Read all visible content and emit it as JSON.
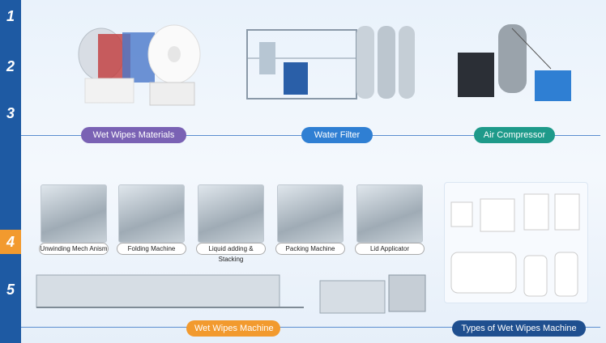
{
  "steps": [
    "1",
    "2",
    "3",
    "4",
    "5"
  ],
  "labels": {
    "materials": "Wet Wipes Materials",
    "water": "Water Filter",
    "air": "Air Compressor",
    "machine": "Wet Wipes Machine",
    "types": "Types of Wet Wipes Machine"
  },
  "process": [
    {
      "caption": "Unwinding Mech Anism"
    },
    {
      "caption": "Folding Machine"
    },
    {
      "caption": "Liquid adding & Stacking"
    },
    {
      "caption": "Packing Machine"
    },
    {
      "caption": "Lid Applicator"
    }
  ],
  "colors": {
    "rail": "#1e5aa3",
    "purple": "#7a62b4",
    "blue": "#2f7fd3",
    "teal": "#1e9a8a",
    "orange": "#f29a2e",
    "navy": "#1f4f8f"
  }
}
